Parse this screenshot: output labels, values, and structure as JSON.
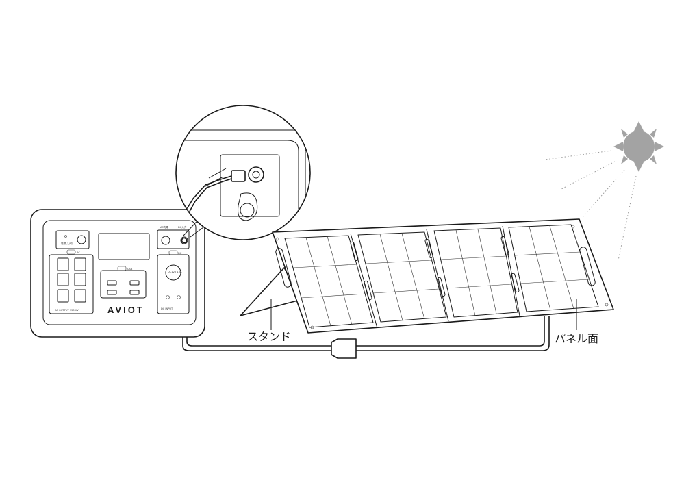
{
  "labels": {
    "stand": "スタンド",
    "panel_surface": "パネル面",
    "brand": "AVIOT"
  },
  "device_labels": {
    "power_button": "電源 入/切",
    "ac_switch": "AC",
    "ac_outlet_note": "AC OUTPUT 1500W",
    "usb_switch": "USB",
    "dc_switch": "DC",
    "car_socket": "DC12V 10A",
    "dc_input_note": "DC INPUT",
    "dc_port_top_left": "AC充電",
    "dc_port_top_right": "DC入力"
  },
  "colors": {
    "line": "#1a1a1a",
    "sun": "#a3a3a3",
    "rays": "#9a9a9a",
    "background": "#ffffff"
  },
  "icons": [
    "sun-icon"
  ]
}
